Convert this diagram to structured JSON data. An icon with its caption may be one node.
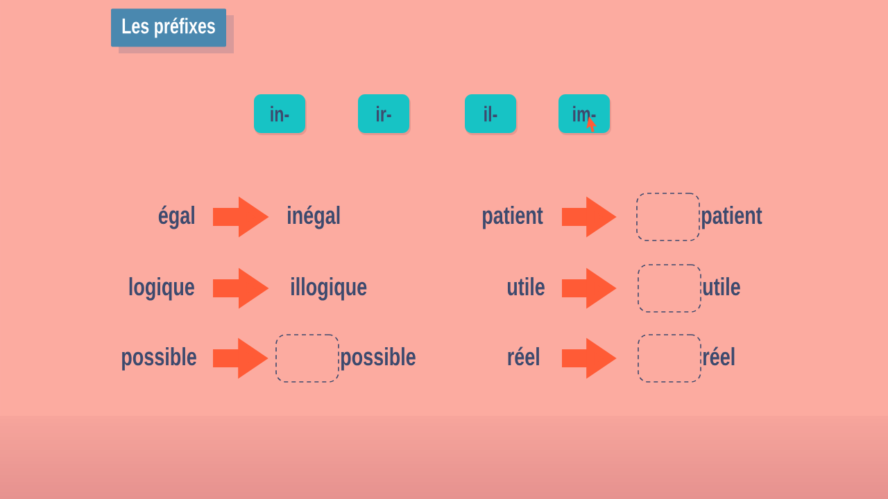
{
  "diagram": {
    "title": "Les préfixes",
    "nodes": [
      {
        "text": [
          "in-"
        ]
      },
      {
        "text": [
          "ir-"
        ]
      },
      {
        "text": [
          "il-"
        ]
      },
      {
        "text": [
          "im-"
        ]
      },
      {
        "text": [
          "égal"
        ]
      },
      {
        "text": [
          "inégal"
        ]
      },
      {
        "text": [
          "patient"
        ]
      },
      {
        "text": [],
        "shape": "box",
        "beside": [
          "patient"
        ]
      },
      {
        "text": [
          "logique"
        ]
      },
      {
        "text": [
          "illogique"
        ]
      },
      {
        "text": [
          "utile"
        ]
      },
      {
        "text": [],
        "shape": "box",
        "beside": [
          "utile"
        ]
      },
      {
        "text": [
          "possible"
        ]
      },
      {
        "text": [],
        "shape": "box",
        "beside": [
          "possible"
        ]
      },
      {
        "text": [
          "réel"
        ]
      },
      {
        "text": [],
        "shape": "box",
        "beside": [
          "réel"
        ]
      }
    ],
    "edges": [
      {
        "from": 4,
        "to": 5,
        "arrow": "to"
      },
      {
        "from": 6,
        "to": 7,
        "arrow": "to"
      },
      {
        "from": 8,
        "to": 9,
        "arrow": "to"
      },
      {
        "from": 10,
        "to": 11,
        "arrow": "to"
      },
      {
        "from": 12,
        "to": 13,
        "arrow": "to"
      },
      {
        "from": 14,
        "to": 15,
        "arrow": "to"
      }
    ]
  }
}
